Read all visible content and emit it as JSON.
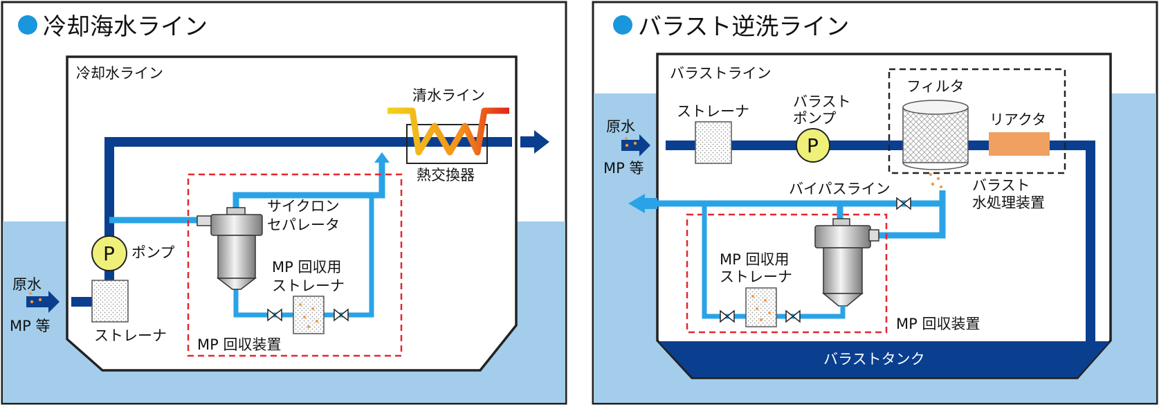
{
  "left": {
    "title": "冷却海水ライン",
    "cooling_line": "冷却水ライン",
    "fresh_water_line": "清水ライン",
    "heat_exchanger": "熱交換器",
    "cyclone_line1": "サイクロン",
    "cyclone_line2": "セパレータ",
    "pump_symbol": "P",
    "pump": "ポンプ",
    "mp_strainer_line1": "MP 回収用",
    "mp_strainer_line2": "ストレーナ",
    "raw_water": "原水",
    "mp_etc": "MP 等",
    "strainer": "ストレーナ",
    "mp_recovery": "MP 回収装置"
  },
  "right": {
    "title": "バラスト逆洗ライン",
    "ballast_line": "バラストライン",
    "filter": "フィルタ",
    "strainer": "ストレーナ",
    "ballast_pump_line1": "バラスト",
    "ballast_pump_line2": "ポンプ",
    "pump_symbol": "P",
    "reactor": "リアクタ",
    "raw_water": "原水",
    "mp_etc": "MP 等",
    "bypass_line": "バイパスライン",
    "ballast_treatment_line1": "バラスト",
    "ballast_treatment_line2": "水処理装置",
    "mp_strainer_line1": "MP 回収用",
    "mp_strainer_line2": "ストレーナ",
    "mp_recovery": "MP 回収装置",
    "ballast_tank": "バラストタンク"
  },
  "colors": {
    "dark_pipe": "#0a3f8f",
    "light_pipe": "#2aa3e6",
    "sea": "#a3cdea",
    "pump_fill": "#eef07a",
    "reactor": "#f0a060",
    "dashed_red": "#e3262e",
    "title_dot": "#1a96dc"
  }
}
